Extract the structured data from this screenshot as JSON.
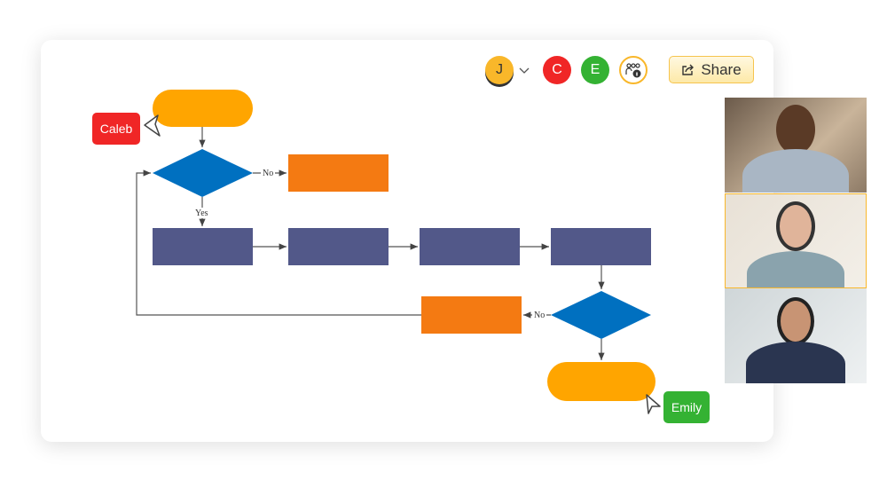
{
  "toolbar": {
    "avatars": [
      {
        "initial": "J",
        "color": "#f9b72a"
      },
      {
        "initial": "C",
        "color": "#f02626"
      },
      {
        "initial": "E",
        "color": "#34b233"
      }
    ],
    "participants_icon": "participants-info-icon",
    "share_label": "Share",
    "share_icon": "share-icon"
  },
  "cursors": [
    {
      "name": "Caleb",
      "color": "#f02626"
    },
    {
      "name": "Emily",
      "color": "#34b233"
    }
  ],
  "diagram": {
    "edge_labels": {
      "no1": "No",
      "yes": "Yes",
      "no2": "No"
    },
    "colors": {
      "terminal": "#ffa500",
      "decision": "#0070c0",
      "process": "#525889",
      "alt": "#f47a12"
    }
  },
  "video_call": {
    "tiles": 3,
    "active_tile": 2
  }
}
